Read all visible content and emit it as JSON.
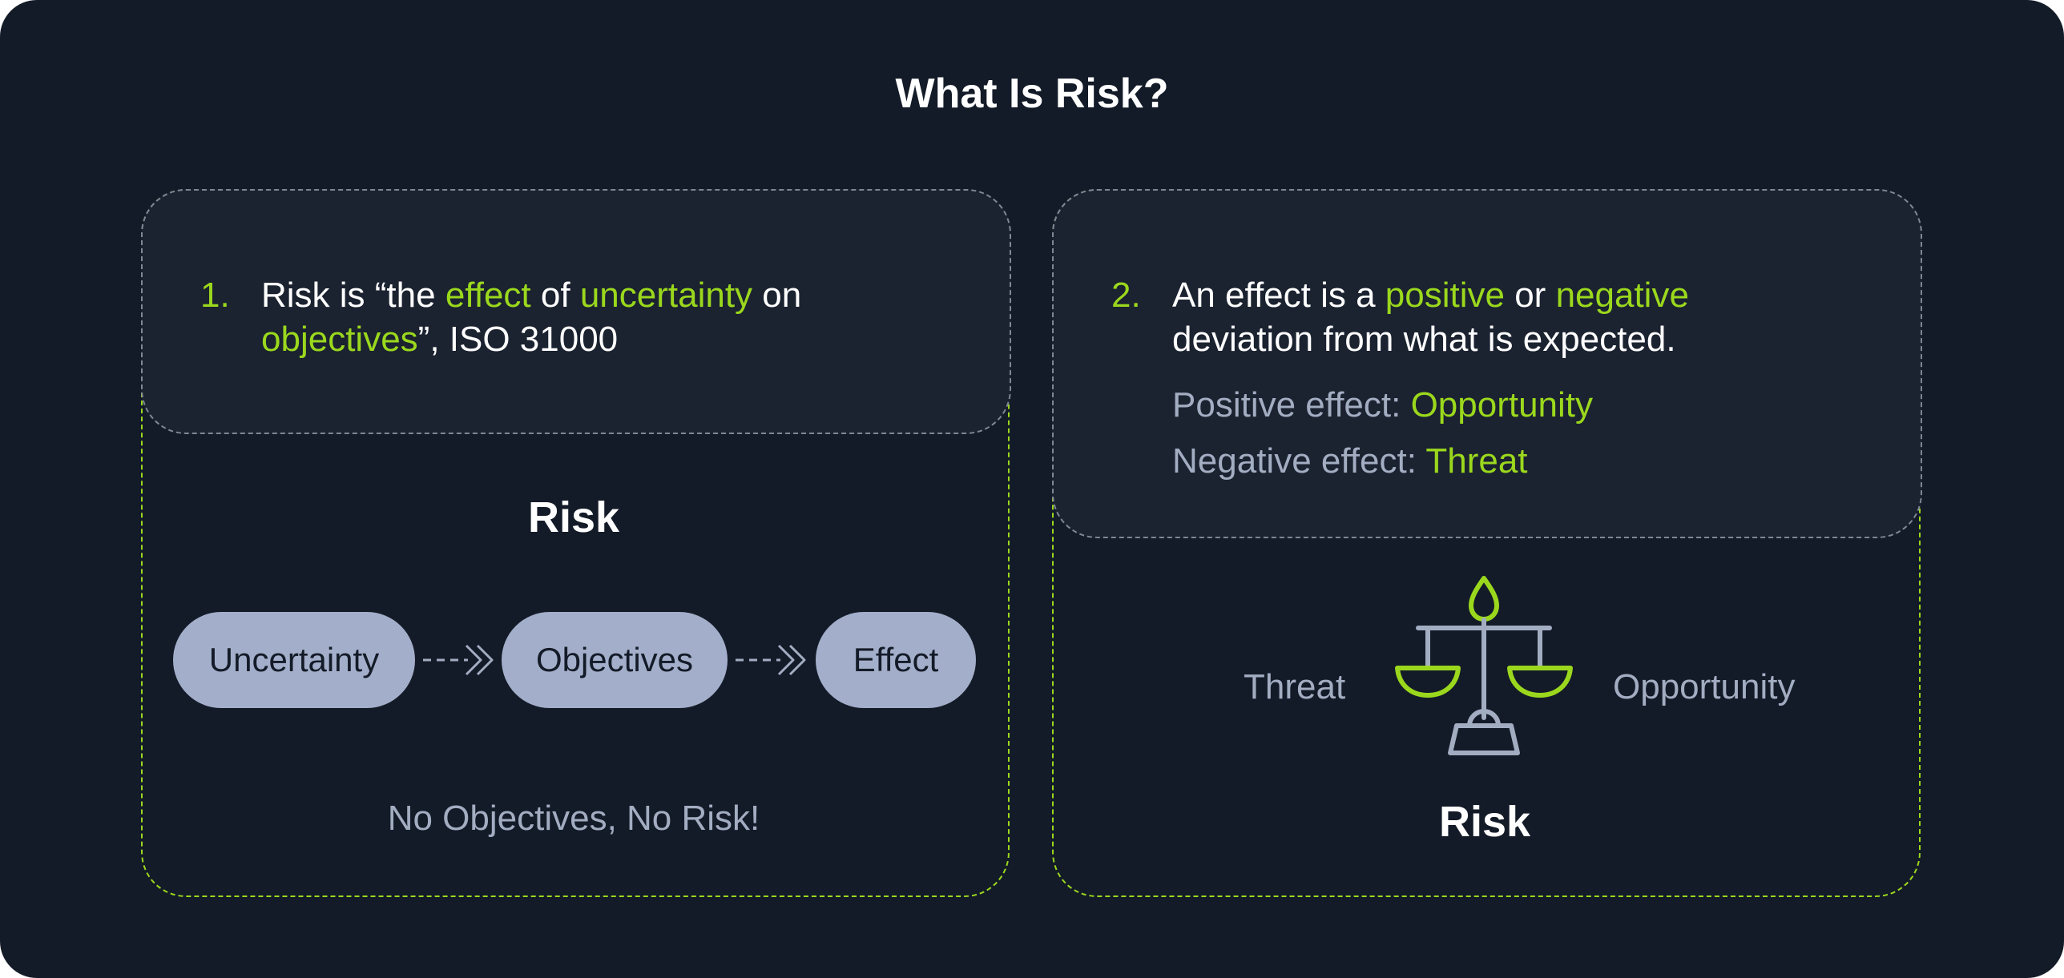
{
  "title": "What Is Risk?",
  "left_panel": {
    "number": "1.",
    "definition": [
      {
        "text": "Risk is “the ",
        "highlight": false
      },
      {
        "text": "effect",
        "highlight": true
      },
      {
        "text": " of ",
        "highlight": false
      },
      {
        "text": "uncertainty",
        "highlight": true
      },
      {
        "text": " on",
        "highlight": false
      },
      {
        "text": "objectives",
        "highlight": true
      },
      {
        "text": "”, ISO 31000",
        "highlight": false
      }
    ],
    "heading": "Risk",
    "flow": [
      "Uncertainty",
      "Objectives",
      "Effect"
    ],
    "caption": "No Objectives, No Risk!"
  },
  "right_panel": {
    "number": "2.",
    "line1": [
      {
        "text": "An effect is a ",
        "highlight": false
      },
      {
        "text": "positive",
        "highlight": true
      },
      {
        "text": " or ",
        "highlight": false
      },
      {
        "text": "negative",
        "highlight": true
      }
    ],
    "line2": "deviation from what is expected.",
    "positive_label": "Positive effect: ",
    "positive_value": "Opportunity",
    "negative_label": "Negative effect: ",
    "negative_value": "Threat",
    "scale_left": "Threat",
    "scale_right": "Opportunity",
    "heading": "Risk",
    "scale_icon": "balance-scale-icon"
  },
  "colors": {
    "background": "#141b28",
    "accent": "#9bd81d",
    "muted": "#a3adc2",
    "pill": "#a3afca"
  }
}
